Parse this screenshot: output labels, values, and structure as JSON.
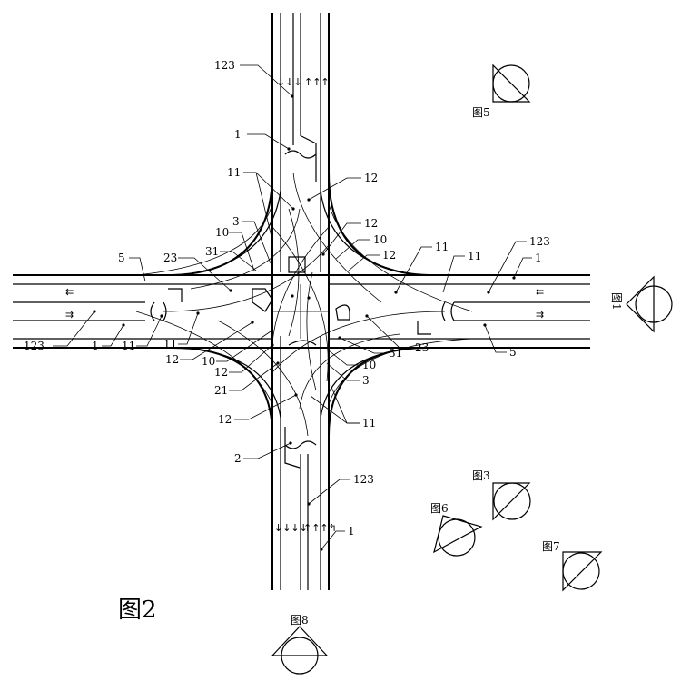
{
  "figure_caption": "图2",
  "view_markers": [
    "图1",
    "图3",
    "图5",
    "图6",
    "图7",
    "图8"
  ],
  "callouts": [
    "123",
    "1",
    "11",
    "12",
    "3",
    "10",
    "23",
    "31",
    "5",
    "2",
    "21"
  ],
  "lane_arrows": {
    "north_down": "↓↓↓",
    "north_up": "↑↑↑",
    "south_down": "↓↓↓↓",
    "south_up": "↑↑↑↰",
    "east_left": "⇇",
    "east_right": "⇉",
    "west_left": "⇇",
    "west_right": "⇉"
  }
}
